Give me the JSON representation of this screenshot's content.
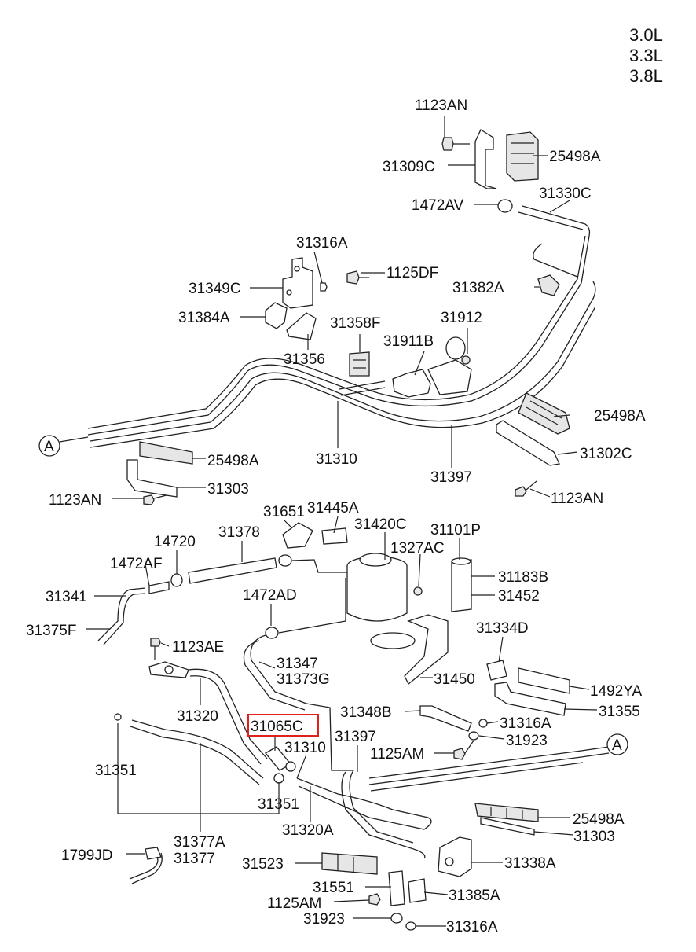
{
  "engine_variants": [
    "3.0L",
    "3.3L",
    "3.8L"
  ],
  "connector": "A",
  "labels": [
    "1123AN",
    "31309C",
    "25498A",
    "1472AV",
    "31330C",
    "31316A",
    "1125DF",
    "31349C",
    "31382A",
    "31384A",
    "31358F",
    "31912",
    "31911B",
    "31356",
    "25498A",
    "31310",
    "31397",
    "31302C",
    "25498A",
    "31303",
    "1123AN",
    "1123AN",
    "31651",
    "31445A",
    "31420C",
    "31101P",
    "14720",
    "31378",
    "1327AC",
    "1472AF",
    "31183B",
    "31341",
    "31452",
    "1472AD",
    "31375F",
    "31334D",
    "1123AE",
    "31347",
    "31373G",
    "31450",
    "1492YA",
    "31320",
    "31355",
    "31348B",
    "31065C",
    "31316A",
    "31397",
    "31310",
    "31923",
    "1125AM",
    "31351",
    "31351",
    "25498A",
    "31320A",
    "31303",
    "31377A",
    "31377",
    "1799JD",
    "31523",
    "31338A",
    "31551",
    "31385A",
    "1125AM",
    "31923",
    "31316A"
  ],
  "highlighted_label": "31065C",
  "colors": {
    "highlight": "#e0201c",
    "ink": "#111111"
  }
}
